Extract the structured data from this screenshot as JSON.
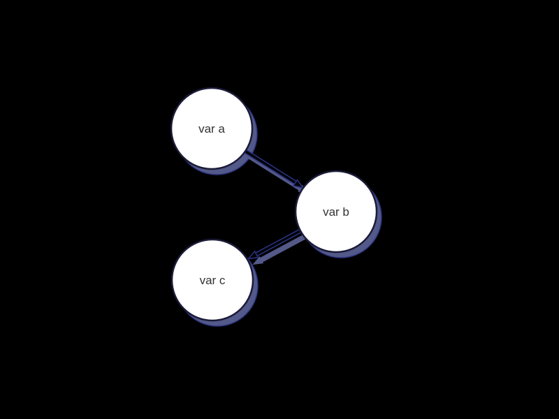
{
  "page": {
    "background": "#000000"
  },
  "diagram": {
    "type": "directed-graph",
    "nodes": [
      {
        "id": "a",
        "label": "var a",
        "shape": "circle"
      },
      {
        "id": "b",
        "label": "var b",
        "shape": "circle"
      },
      {
        "id": "c",
        "label": "var c",
        "shape": "circle"
      }
    ],
    "edges": [
      {
        "from": "var a",
        "to": "var b",
        "directed": true
      },
      {
        "from": "var b",
        "to": "var c",
        "directed": true
      }
    ],
    "style": {
      "node_fill": "#ffffff",
      "node_border": "#1b1b38",
      "label_color": "#333333",
      "shadow_color": "#535988",
      "edge_color": "#000000",
      "edge_outline": "#27307c",
      "background": "#000000"
    }
  }
}
